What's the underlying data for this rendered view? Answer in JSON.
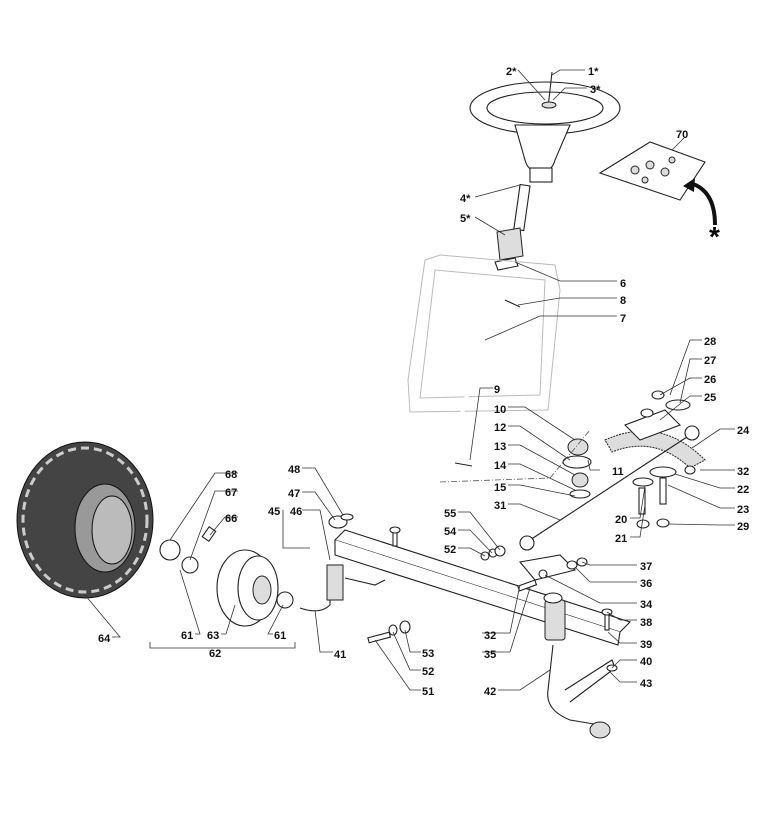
{
  "diagram": {
    "type": "exploded-parts-diagram",
    "labels": [
      "1*",
      "2*",
      "3*",
      "70",
      "4*",
      "5*",
      "6",
      "8",
      "7",
      "28",
      "27",
      "26",
      "25",
      "9",
      "10",
      "24",
      "12",
      "13",
      "11",
      "32",
      "14",
      "22",
      "15",
      "23",
      "20",
      "31",
      "29",
      "21",
      "48",
      "68",
      "67",
      "47",
      "45",
      "46",
      "66",
      "55",
      "54",
      "52",
      "37",
      "36",
      "34",
      "38",
      "32",
      "35",
      "39",
      "40",
      "43",
      "41",
      "53",
      "52",
      "51",
      "42",
      "64",
      "61",
      "63",
      "61",
      "62"
    ],
    "asterisk_note": "*"
  }
}
